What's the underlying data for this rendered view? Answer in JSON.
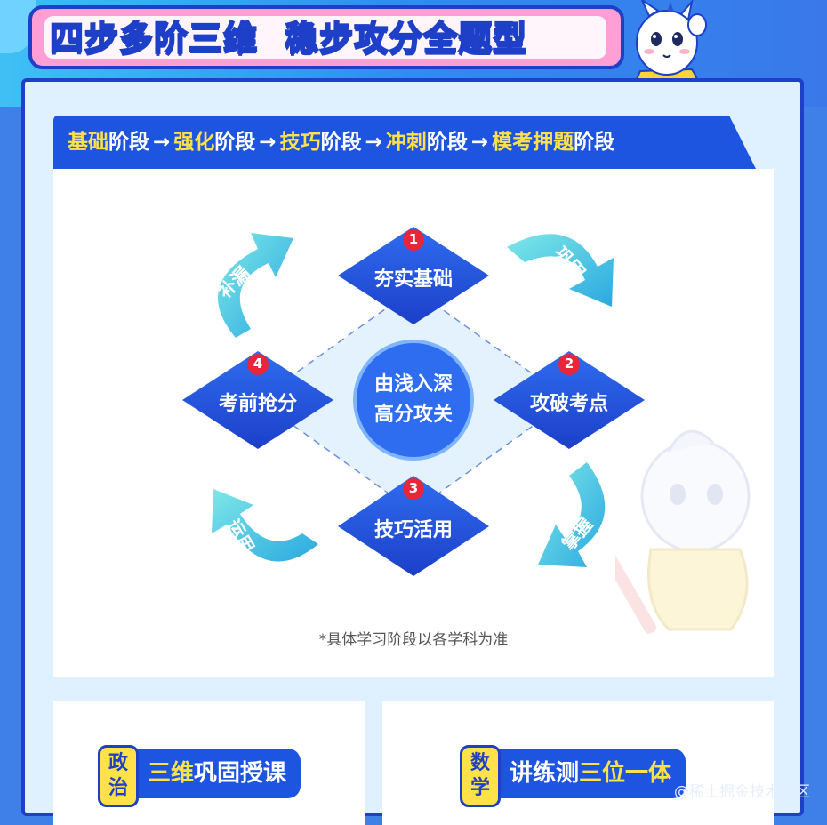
{
  "header": {
    "title_parts": [
      {
        "text": "四步",
        "style": "w"
      },
      {
        "text": "多",
        "style": "y"
      },
      {
        "text": "阶",
        "style": "w"
      },
      {
        "text": "三",
        "style": "y"
      },
      {
        "text": "维",
        "style": "w"
      },
      {
        "text": "稳步攻分",
        "style": "w"
      },
      {
        "text": "全",
        "style": "y"
      },
      {
        "text": "题型",
        "style": "w"
      }
    ]
  },
  "stages": {
    "arrow": "→",
    "items": [
      {
        "highlight": "基础",
        "suffix": "阶段"
      },
      {
        "highlight": "强化",
        "suffix": "阶段"
      },
      {
        "highlight": "技巧",
        "suffix": "阶段"
      },
      {
        "highlight": "冲刺",
        "suffix": "阶段"
      },
      {
        "highlight": "模考押题",
        "suffix": "阶段"
      }
    ]
  },
  "cycle": {
    "center_line1": "由浅入深",
    "center_line2": "高分攻关",
    "steps": [
      {
        "num": "1",
        "label": "夯实基础"
      },
      {
        "num": "2",
        "label": "攻破考点"
      },
      {
        "num": "3",
        "label": "技巧活用"
      },
      {
        "num": "4",
        "label": "考前抢分"
      }
    ],
    "arrows": [
      {
        "label": "巩固"
      },
      {
        "label": "掌握"
      },
      {
        "label": "运用"
      },
      {
        "label": "补漏"
      }
    ]
  },
  "note": "*具体学习阶段以各学科为准",
  "subjects": [
    {
      "tag": "政治",
      "plain": "",
      "highlight": "三维",
      "rest": "巩固授课"
    },
    {
      "tag": "数学",
      "plain": "讲练测",
      "highlight": "三位一体",
      "rest": ""
    }
  ],
  "watermark": "@稀土掘金技术社区",
  "colors": {
    "brand_blue": "#1e3fc7",
    "accent_yellow": "#ffe14a",
    "banner_pink": "#ff9fd6",
    "step_badge_red": "#e8263a",
    "arrow_teal": "#31c7d9"
  }
}
